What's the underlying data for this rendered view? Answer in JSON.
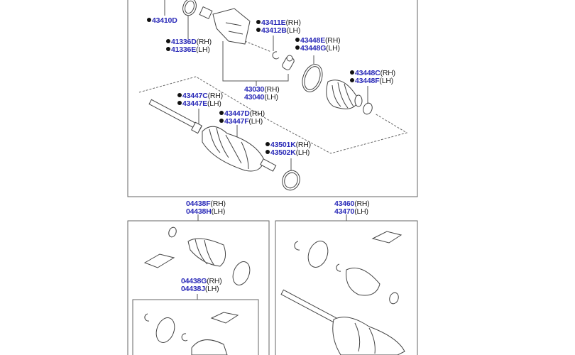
{
  "colors": {
    "part_number": "#2a2ab8",
    "line": "#555555"
  },
  "main_group": {
    "labels": [
      {
        "id": "43410D",
        "lines": [
          {
            "pn": "43410D",
            "side": ""
          }
        ],
        "dot": true
      },
      {
        "id": "41336",
        "lines": [
          {
            "pn": "41336D",
            "side": "(RH)"
          },
          {
            "pn": "41336E",
            "side": "(LH)"
          }
        ],
        "dot": true
      },
      {
        "id": "43411",
        "lines": [
          {
            "pn": "43411E",
            "side": "(RH)"
          },
          {
            "pn": "43412B",
            "side": "(LH)"
          }
        ],
        "dot": true
      },
      {
        "id": "43448EG",
        "lines": [
          {
            "pn": "43448E",
            "side": "(RH)"
          },
          {
            "pn": "43448G",
            "side": "(LH)"
          }
        ],
        "dot": true
      },
      {
        "id": "43448CF",
        "lines": [
          {
            "pn": "43448C",
            "side": "(RH)"
          },
          {
            "pn": "43448F",
            "side": "(LH)"
          }
        ],
        "dot": true
      },
      {
        "id": "43030",
        "lines": [
          {
            "pn": "43030",
            "side": "(RH)"
          },
          {
            "pn": "43040",
            "side": "(LH)"
          }
        ],
        "dot": false
      },
      {
        "id": "43447CE",
        "lines": [
          {
            "pn": "43447C",
            "side": "(RH)"
          },
          {
            "pn": "43447E",
            "side": "(LH)"
          }
        ],
        "dot": true
      },
      {
        "id": "43447DF",
        "lines": [
          {
            "pn": "43447D",
            "side": "(RH)"
          },
          {
            "pn": "43447F",
            "side": "(LH)"
          }
        ],
        "dot": true
      },
      {
        "id": "43501",
        "lines": [
          {
            "pn": "43501K",
            "side": "(RH)"
          },
          {
            "pn": "43502K",
            "side": "(LH)"
          }
        ],
        "dot": true
      }
    ]
  },
  "kits": [
    {
      "id": "04438F",
      "lines": [
        {
          "pn": "04438F",
          "side": "(RH)"
        },
        {
          "pn": "04438H",
          "side": "(LH)"
        }
      ]
    },
    {
      "id": "04438G",
      "lines": [
        {
          "pn": "04438G",
          "side": "(RH)"
        },
        {
          "pn": "04438J",
          "side": "(LH)"
        }
      ]
    },
    {
      "id": "43460",
      "lines": [
        {
          "pn": "43460",
          "side": "(RH)"
        },
        {
          "pn": "43470",
          "side": "(LH)"
        }
      ]
    }
  ]
}
